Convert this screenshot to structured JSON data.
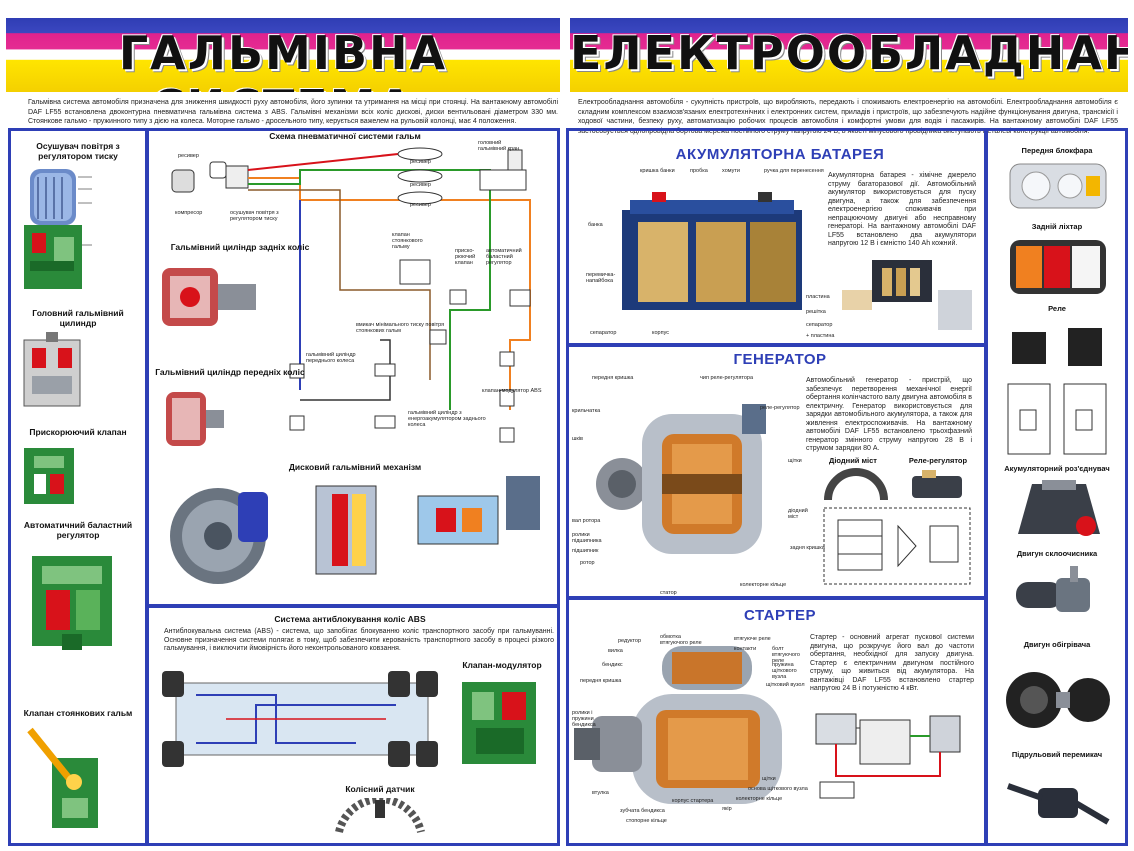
{
  "banner": {
    "left": "ГАЛЬМІВНА СИСТЕМА",
    "right": "ЕЛЕКТРООБЛАДНАННЯ"
  },
  "intro": {
    "left": "Гальмівна система автомобіля призначена для зниження швидкості руху автомобіля, його зупинки та утримання на місці при стоянці. На вантажному автомобілі DAF LF55 встановлена двоконтурна пневматична гальмівна система з ABS. Гальмівні механізми всіх коліс дискові, диски вентильовані діаметром 330 мм. Стоянкове гальмо - пружинного типу з дією на колеса. Моторне гальмо - дросельного типу, керується важелем на рульовій колонці, має 4 положення.",
    "right": "Електрообладнання автомобіля - сукупність пристроїв, що виробляють, передають і споживають електроенергію на автомобілі. Електрообладнання автомобіля є складним комплексом взаємозв'язаних електротехнічних і електронних систем, приладів і пристроїв, що забезпечують надійне функціонування двигуна, трансмісії і ходової частини, безпеку руху, автоматизацію робочих процесів автомобіля і комфортні умови для водія і пасажирів. На вантажному автомобілі DAF LF55 застосовується однопровідна бортова мережа постійного струму напругою 24 В, в якості мінусового провідника виступають металеві конструкції автомобіля."
  },
  "brakes": {
    "dryer": "Осушувач повітря з регулятором тиску",
    "master": "Головний гальмівний цилиндр",
    "accel_valve": "Прискорюючий клапан",
    "ballast": "Автоматичний баластний регулятор",
    "parking_valve": "Клапан стоянкових гальм",
    "scheme": "Схема пневматичної системи гальм",
    "rear_cyl": "Гальмівний циліндр задніх коліс",
    "front_cyl": "Гальмівний циліндр передніх коліс",
    "disc": "Дисковий гальмівний механізм",
    "scheme_labels": {
      "receiver1": "ресивер",
      "receiver2": "ресивер",
      "receiver3": "ресивер",
      "receiver4": "ресивер",
      "compressor": "компресор",
      "dryer_reg": "осушувач повітря з регулятором тиску",
      "main_crane": "головний гальмівний кран",
      "parking_crane": "клапан стоянкового гальму",
      "accel": "приско-рюючий клапан",
      "auto_reg": "автоматичний баластний регулятор",
      "pressure_switch": "вмикач мінімального тиску повітря стоянкових гальм",
      "front_wheel_cyl": "гальмівний циліндр переднього колеса",
      "abs_valve": "клапан-модулятор ABS",
      "rear_cyl_acc": "гальмівний циліндр з енергоакумулятором заднього колеса"
    }
  },
  "abs": {
    "title": "Система антиблокування коліс ABS",
    "text": "Антиблокувальна система (ABS) - система, що запобігає блокуванню коліс транспортного засобу при гальмуванні. Основне призначення системи полягає в тому, щоб забезпечити керованість транспортного засобу в процесі різкого гальмування, і виключити ймовірність його неконтрольованого ковзання.",
    "valve": "Клапан-модулятор",
    "sensor": "Колісний датчик"
  },
  "battery": {
    "title": "АКУМУЛЯТОРНА БАТАРЕЯ",
    "text": "Акумуляторна батарея - хімічне джерело струму багаторазової дії. Автомобільний акумулятор використовується для пуску двигуна, а також для забезпечення електроенергією споживачів при непрацюючому двигуні або несправному генераторі. На вантажному автомобілі DAF LF55 встановлено два акумулятори напругою 12 В і ємністю 140 Аh кожний.",
    "labels": [
      "кришка банки",
      "пробка",
      "хомути",
      "ручка для перенесення",
      "банка",
      "перемичка-напайбока",
      "сепаратор",
      "корпус",
      "пластина",
      "решітка",
      "сепаратор",
      "+ пластина"
    ]
  },
  "generator": {
    "title": "ГЕНЕРАТОР",
    "text": "Автомобільний генератор - пристрій, що забезпечує перетворення механічної енергії обертання колінчастого валу двигуна автомобіля в електричну. Генератор використовується для зарядки автомобільного акумулятора, а також для живлення електроспоживачів. На вантажному автомобілі DAF LF55 встановлено трьохфазний генератор змінного струму напругою 28 В і струмом зарядки 80 А.",
    "diode": "Діодний міст",
    "regulator": "Реле-регулятор",
    "labels": [
      "передня кришка",
      "крильчатка",
      "шків",
      "вал ротора",
      "ролики підшипника",
      "підшипник",
      "ротор",
      "статор",
      "чип реле-регулятора",
      "реле-регулятор",
      "щітки",
      "діодний міст",
      "колекторне кільце",
      "задня кришка"
    ]
  },
  "starter": {
    "title": "СТАРТЕР",
    "text": "Стартер - основний агрегат пускової системи двигуна, що розкручує його вал до частоти обертання, необхідної для запуску двигуна. Стартер є електричним двигуном постійного струму, що живиться від акумулятора. На вантажівці DAF LF55 встановлено стартер напругою 24 В і потужністю 4 кВт.",
    "labels": [
      "редуктор",
      "вилка",
      "бендикс",
      "передня кришка",
      "ролики і пружини бендикса",
      "втулка",
      "зубчата бендикса",
      "стопорне кільце",
      "обмотка втягуючого реле",
      "втягуюче реле",
      "контакти",
      "болт втягуючого реле",
      "пружина щіткового вузла",
      "щітковий вузол",
      "корпус стартера",
      "якір",
      "колекторне кільце",
      "щітки",
      "основа щіткового вузла"
    ]
  },
  "parts": {
    "headlamp": "Передня блокфара",
    "taillamp": "Задній ліхтар",
    "relay": "Реле",
    "battery_switch": "Акумуляторний роз'єднувач",
    "wiper_motor": "Двигун склоочисника",
    "heater_motor": "Двигун обігрівача",
    "column_switch": "Підрульовий перемикач"
  },
  "colors": {
    "frame": "#2e3fb6",
    "accent_red": "#d8121a",
    "accent_green": "#2a9a2a",
    "accent_orange": "#f08020"
  }
}
